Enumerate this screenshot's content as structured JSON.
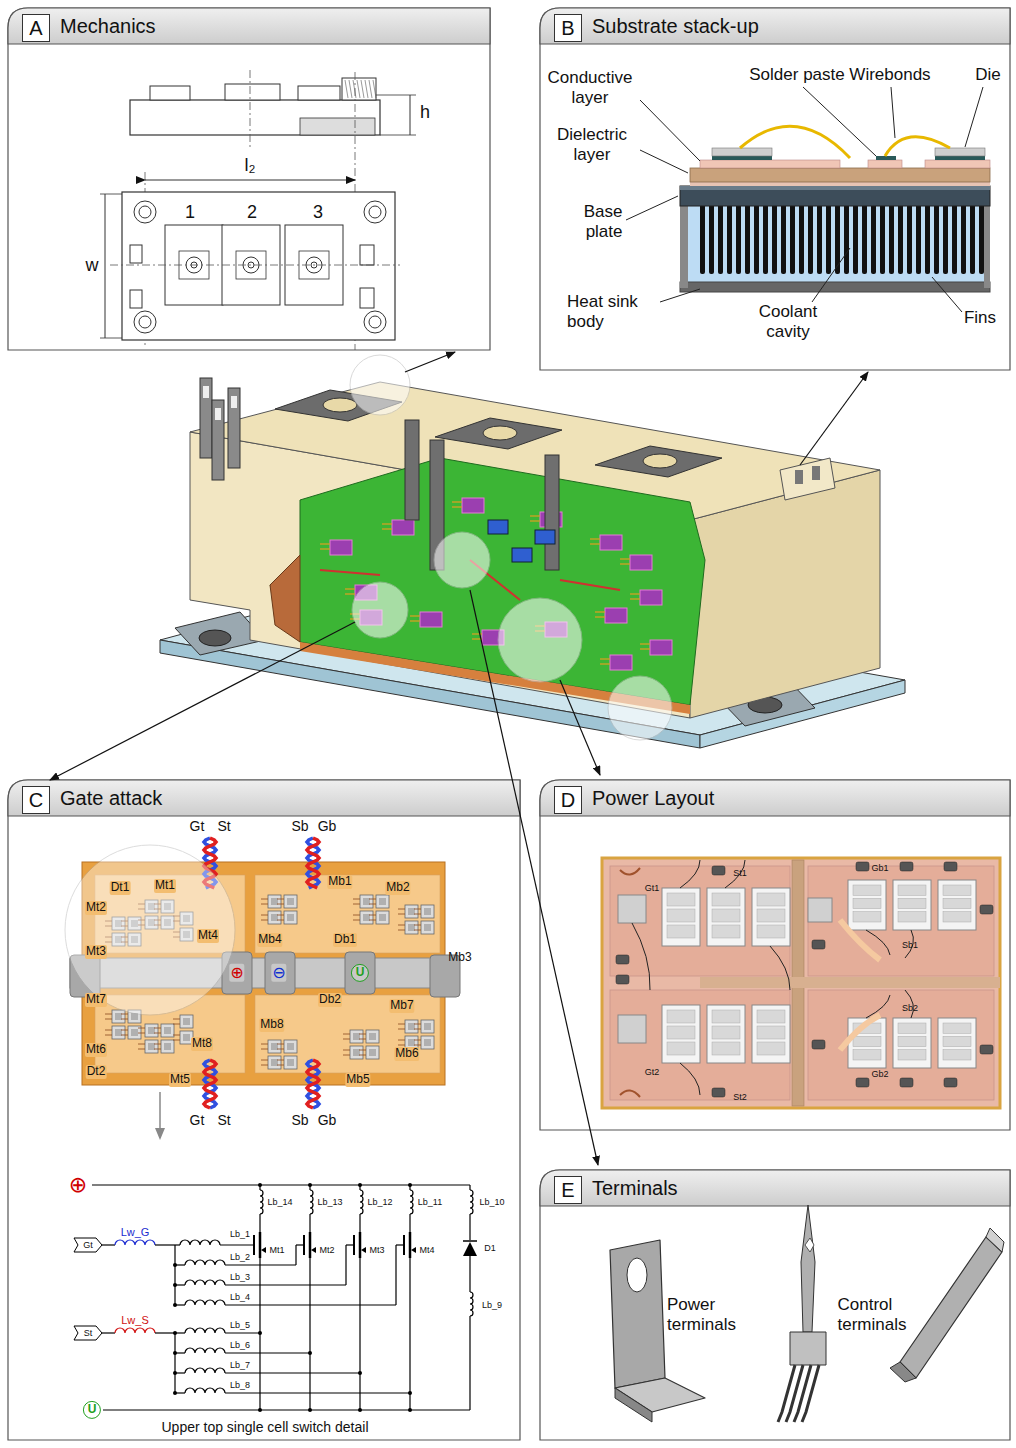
{
  "diagram": {
    "nodes": [
      {
        "text": [
          "Mechanics"
        ]
      },
      {
        "text": [
          "A"
        ],
        "in": 0
      },
      {
        "text": [
          "Substrate stack-up"
        ]
      },
      {
        "text": [
          "B"
        ],
        "in": 2
      },
      {
        "text": [
          "Gate attack"
        ]
      },
      {
        "text": [
          "C"
        ],
        "in": 4
      },
      {
        "text": [
          "Power Layout"
        ]
      },
      {
        "text": [
          "D"
        ],
        "in": 6
      },
      {
        "text": [
          "Terminals"
        ]
      },
      {
        "text": [
          "E"
        ],
        "in": 8
      }
    ],
    "labels": [
      "l₂",
      "h",
      "w",
      "1",
      "2",
      "3",
      "Conductive layer",
      "Solder paste",
      "Wirebonds",
      "Die",
      "Dielectric layer",
      "Base plate",
      "Heat sink body",
      "Coolant cavity",
      "Fins",
      "Gt",
      "St",
      "Sb",
      "Gb",
      "Dt1",
      "Mt1",
      "Mt2",
      "Mt4",
      "Mt3",
      "Mb1",
      "Mb2",
      "Mb4",
      "Db1",
      "Mb3",
      "⊕",
      "⊖",
      "U",
      "Mt7",
      "Db2",
      "Mb7",
      "Mb8",
      "Mt8",
      "Mt6",
      "Dt2",
      "Mt5",
      "Mb6",
      "Mb5",
      "Gt",
      "St",
      "Sb",
      "Gb",
      "⊕",
      "Lw_G",
      "Gt",
      "Lw_S",
      "St",
      "U",
      "Lb_14",
      "Lb_13",
      "Lb_12",
      "Lb_11",
      "Lb_10",
      "Lb_1",
      "Mt1",
      "Mt2",
      "Mt3",
      "Mt4",
      "D1",
      "Lb_9",
      "Lb_2",
      "Lb_3",
      "Lb_4",
      "Lb_5",
      "Lb_6",
      "Lb_7",
      "Lb_8",
      "Upper top single cell switch detail",
      "St1",
      "Gt1",
      "Gb1",
      "Sb1",
      "Sb2",
      "Gt2",
      "St2",
      "Gb2",
      "Power terminals",
      "Control terminals"
    ]
  }
}
